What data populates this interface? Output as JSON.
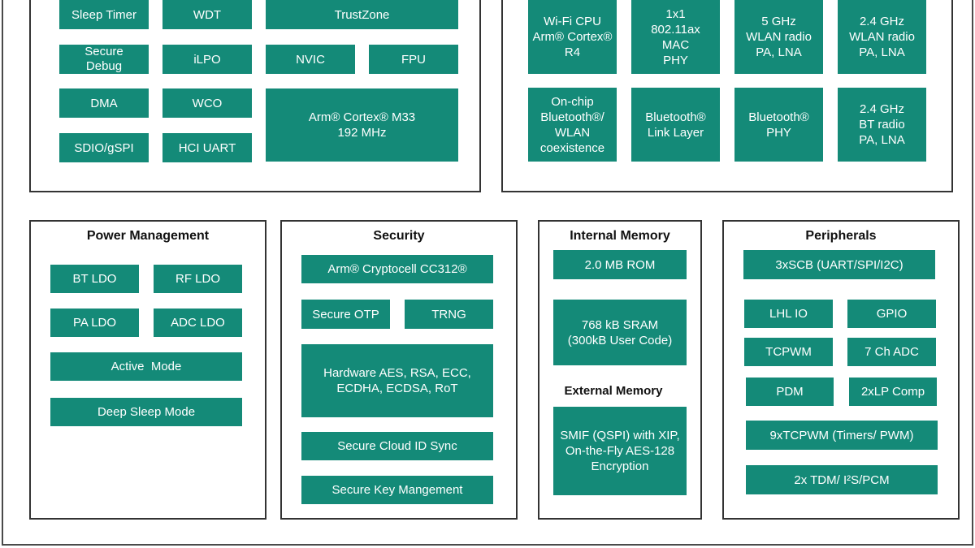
{
  "colors": {
    "block": "#148a78",
    "border": "#333333",
    "text_on_block": "#ffffff"
  },
  "mcu": {
    "sleep_timer": "Sleep Timer",
    "wdt": "WDT",
    "trustzone": "TrustZone",
    "secure_debug": "Secure\nDebug",
    "ilpo": "iLPO",
    "nvic": "NVIC",
    "fpu": "FPU",
    "dma": "DMA",
    "wco": "WCO",
    "cortex_m33": "Arm® Cortex® M33\n192 MHz",
    "sdio": "SDIO/gSPI",
    "hci_uart": "HCI UART"
  },
  "wireless": {
    "wifi_cpu": "Wi-Fi CPU\nArm® Cortex®\nR4",
    "mac_phy": "1x1\n802.11ax\nMAC\nPHY",
    "wlan5": "5 GHz\nWLAN radio\nPA, LNA",
    "wlan24": "2.4 GHz\nWLAN radio\nPA, LNA",
    "coex": "On-chip\nBluetooth®/\nWLAN\ncoexistence",
    "bt_link": "Bluetooth®\nLink Layer",
    "bt_phy": "Bluetooth®\nPHY",
    "bt_radio": "2.4 GHz\nBT radio\nPA, LNA"
  },
  "power": {
    "title": "Power Management",
    "bt_ldo": "BT LDO",
    "rf_ldo": "RF LDO",
    "pa_ldo": "PA LDO",
    "adc_ldo": "ADC LDO",
    "active_mode": "Active  Mode",
    "deep_sleep": "Deep Sleep Mode"
  },
  "security": {
    "title": "Security",
    "cryptocell": "Arm® Cryptocell CC312®",
    "secure_otp": "Secure OTP",
    "trng": "TRNG",
    "hw_crypto": "Hardware AES, RSA, ECC,\nECDHA, ECDSA, RoT",
    "cloud_id": "Secure Cloud ID Sync",
    "key_mgmt": "Secure Key Mangement"
  },
  "memory": {
    "title": "Internal Memory",
    "rom": "2.0 MB ROM",
    "sram": "768 kB SRAM\n(300kB User Code)",
    "ext_title": "External Memory",
    "smif": "SMIF (QSPI) with XIP,\nOn-the-Fly AES-128\nEncryption"
  },
  "peripherals": {
    "title": "Peripherals",
    "scb": "3xSCB (UART/SPI/I2C)",
    "lhl_io": "LHL IO",
    "gpio": "GPIO",
    "tcpwm": "TCPWM",
    "adc": "7 Ch ADC",
    "pdm": "PDM",
    "lp_comp": "2xLP Comp",
    "timers": "9xTCPWM (Timers/ PWM)",
    "tdm": "2x TDM/ I²S/PCM"
  }
}
